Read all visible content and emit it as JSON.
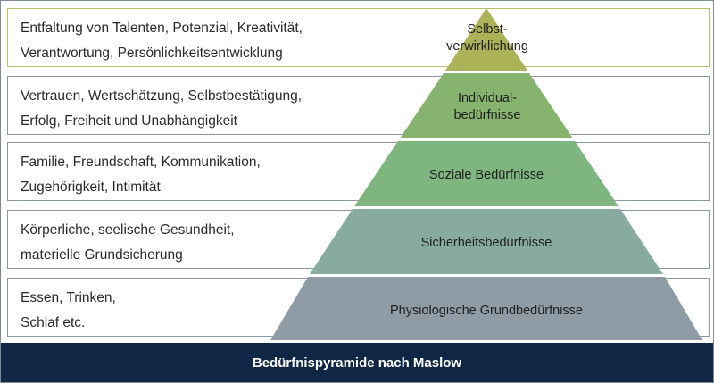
{
  "rows": [
    {
      "text": "Entfaltung von Talenten, Potenzial, Kreativität,\nVerantwortung, Persönlichkeitsentwicklung",
      "border": "#b5bf6a"
    },
    {
      "text": "Vertrauen, Wertschätzung, Selbstbestätigung,\nErfolg, Freiheit und Unabhängigkeit",
      "border": "#8a97a4"
    },
    {
      "text": "Familie, Freundschaft, Kommunikation,\nZugehörigkeit, Intimität",
      "border": "#8a97a4"
    },
    {
      "text": "Körperliche, seelische Gesundheit,\nmaterielle Grundsicherung",
      "border": "#8a97a4"
    },
    {
      "text": "Essen, Trinken,\nSchlaf etc.",
      "border": "#8a97a4"
    }
  ],
  "pyramid": [
    {
      "lines": [
        "Selbst-",
        "verwirklichung"
      ],
      "color": "#abb257"
    },
    {
      "lines": [
        "Individual-",
        "bedürfnisse"
      ],
      "color": "#86b36e"
    },
    {
      "lines": [
        "Soziale Bedürfnisse"
      ],
      "color": "#7fb67f"
    },
    {
      "lines": [
        "Sicherheitsbedürfnisse"
      ],
      "color": "#87ab9f"
    },
    {
      "lines": [
        "Physiologische Grundbedürfnisse"
      ],
      "color": "#8f9ba5"
    }
  ],
  "footer": {
    "title": "Bedürfnispyramide nach Maslow"
  }
}
